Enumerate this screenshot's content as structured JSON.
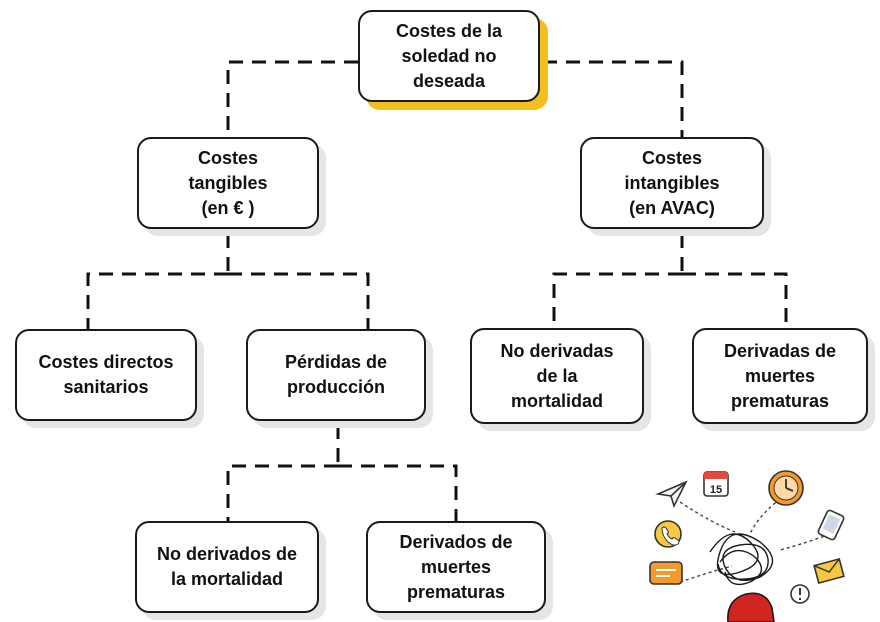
{
  "colors": {
    "box_border": "#1a1a1a",
    "box_fill": "#ffffff",
    "box_shadow": "#e5e5e5",
    "root_fill": "#ffffff",
    "root_shadow": "#f3bf1c",
    "edge": "#111111",
    "text": "#111111"
  },
  "nodes": {
    "root": {
      "label": "Costes de la\nsoledad no\ndeseada"
    },
    "tangible": {
      "label": "Costes\ntangibles\n(en € )"
    },
    "intangible": {
      "label": "Costes\nintangibles\n(en AVAC)"
    },
    "direct_health": {
      "label": "Costes directos\nsanitarios"
    },
    "production_loss": {
      "label": "Pérdidas de\nproducción"
    },
    "intangible_non_mortality": {
      "label": "No derivadas\nde la\nmortalidad"
    },
    "intangible_premature": {
      "label": "Derivadas de\nmuertes\nprematuras"
    },
    "production_non_mortality": {
      "label": "No derivados de\nla mortalidad"
    },
    "production_premature": {
      "label": "Derivados de\nmuertes\nprematuras"
    }
  },
  "edges": [
    [
      "root",
      "tangible"
    ],
    [
      "root",
      "intangible"
    ],
    [
      "tangible",
      "direct_health"
    ],
    [
      "tangible",
      "production_loss"
    ],
    [
      "intangible",
      "intangible_non_mortality"
    ],
    [
      "intangible",
      "intangible_premature"
    ],
    [
      "production_loss",
      "production_non_mortality"
    ],
    [
      "production_loss",
      "production_premature"
    ]
  ],
  "illustration": {
    "icons": [
      "paper-plane-icon",
      "calendar-icon",
      "clock-icon",
      "phone-icon",
      "chat-bubble-icon",
      "mobile-phone-icon",
      "envelope-icon",
      "alert-icon",
      "tangled-thoughts-icon"
    ],
    "calendar_day": "15"
  }
}
